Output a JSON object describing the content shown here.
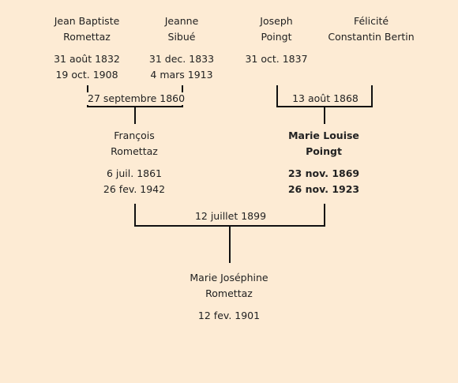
{
  "people": {
    "p1": {
      "line1": "Jean Baptiste",
      "line2": "Romettaz",
      "birth": "31 août 1832",
      "death": "19 oct. 1908"
    },
    "p2": {
      "line1": "Jeanne",
      "line2": "Sibué",
      "birth": "31 dec. 1833",
      "death": "4 mars 1913"
    },
    "p3": {
      "line1": "Joseph",
      "line2": "Poingt",
      "birth": "31 oct. 1837",
      "death": ""
    },
    "p4": {
      "line1": "Félicité",
      "line2": "Constantin Bertin",
      "birth": "",
      "death": ""
    },
    "p5": {
      "line1": "François",
      "line2": "Romettaz",
      "birth": "6 juil. 1861",
      "death": "26 fev. 1942"
    },
    "p6": {
      "line1": "Marie Louise",
      "line2": "Poingt",
      "birth": "23 nov. 1869",
      "death": "26 nov. 1923"
    },
    "p7": {
      "line1": "Marie Joséphine",
      "line2": "Romettaz",
      "birth": "12 fev. 1901",
      "death": ""
    }
  },
  "marriages": {
    "m1": "27 septembre 1860",
    "m2": "13 août 1868",
    "m3": "12 juillet 1899"
  }
}
